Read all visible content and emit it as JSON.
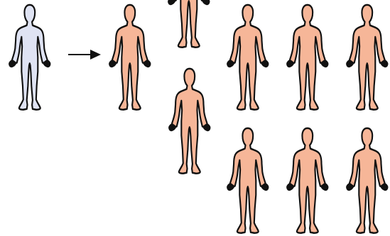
{
  "diagram": {
    "colors": {
      "origin_fill": "#dfe3f3",
      "copy_fill": "#f6b698",
      "outline": "#111111",
      "arrow": "#111111",
      "background": "#ffffff"
    },
    "figures": [
      {
        "id": "origin",
        "role": "original",
        "fill_key": "origin_fill"
      },
      {
        "id": "first-copy",
        "role": "copy",
        "fill_key": "copy_fill"
      },
      {
        "id": "second-generation-top",
        "role": "copy",
        "fill_key": "copy_fill"
      },
      {
        "id": "second-generation-bottom",
        "role": "copy",
        "fill_key": "copy_fill"
      },
      {
        "id": "third-generation-top-1",
        "role": "copy",
        "fill_key": "copy_fill"
      },
      {
        "id": "third-generation-top-2",
        "role": "copy",
        "fill_key": "copy_fill"
      },
      {
        "id": "third-generation-top-3",
        "role": "copy",
        "fill_key": "copy_fill"
      },
      {
        "id": "third-generation-bottom-1",
        "role": "copy",
        "fill_key": "copy_fill"
      },
      {
        "id": "third-generation-bottom-2",
        "role": "copy",
        "fill_key": "copy_fill"
      },
      {
        "id": "third-generation-bottom-3",
        "role": "copy",
        "fill_key": "copy_fill"
      }
    ],
    "arrow": {
      "from": "origin",
      "to": "first-copy",
      "icon": "right-arrow-icon"
    }
  }
}
